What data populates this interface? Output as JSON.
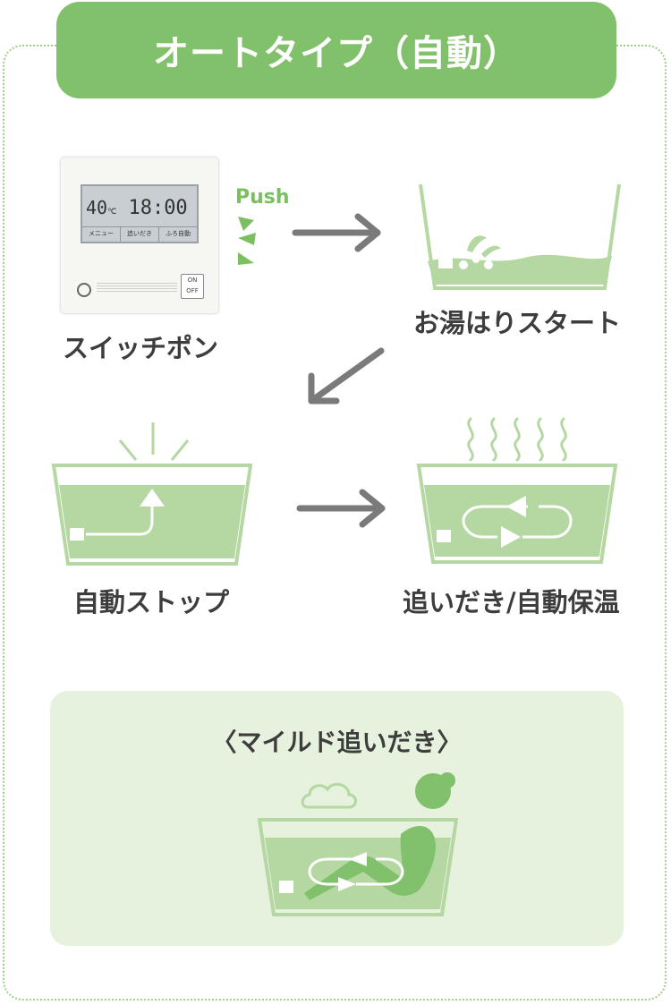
{
  "header": {
    "title": "オートタイプ（自動）"
  },
  "remote": {
    "lcd_temp": "40",
    "lcd_temp_unit": "℃",
    "lcd_time": "18:00",
    "buttons": [
      "メニュー",
      "追いだき",
      "ふろ自動"
    ],
    "on_off": [
      "ON",
      "OFF"
    ]
  },
  "push_label": "Push",
  "steps": {
    "switch_on": "スイッチポン",
    "fill_start": "お湯はりスタート",
    "auto_stop": "自動ストップ",
    "reheat_keep": "追いだき/自動保温"
  },
  "mild": {
    "title": "〈マイルド追いだき〉"
  },
  "colors": {
    "accent": "#82c16b",
    "water": "#b5d8a2",
    "panel": "#e6f1de",
    "arrow": "#7a7a7a"
  }
}
